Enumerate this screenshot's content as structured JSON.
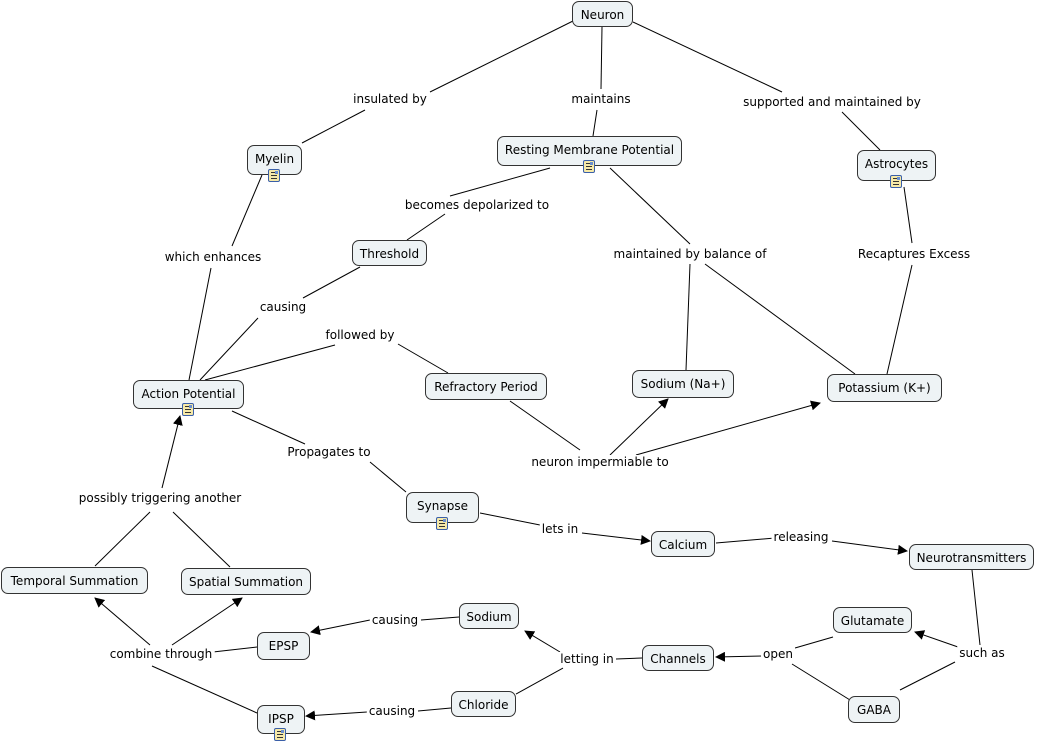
{
  "nodes": [
    {
      "id": "neuron",
      "label": "Neuron",
      "icon": false
    },
    {
      "id": "myelin",
      "label": "Myelin",
      "icon": true
    },
    {
      "id": "rmp",
      "label": "Resting Membrane Potential",
      "icon": true
    },
    {
      "id": "astrocytes",
      "label": "Astrocytes",
      "icon": true
    },
    {
      "id": "threshold",
      "label": "Threshold",
      "icon": false
    },
    {
      "id": "action-potential",
      "label": "Action Potential",
      "icon": true
    },
    {
      "id": "refractory",
      "label": "Refractory Period",
      "icon": false
    },
    {
      "id": "sodium-na",
      "label": "Sodium (Na+)",
      "icon": false
    },
    {
      "id": "potassium",
      "label": "Potassium (K+)",
      "icon": false
    },
    {
      "id": "synapse",
      "label": "Synapse",
      "icon": true
    },
    {
      "id": "calcium",
      "label": "Calcium",
      "icon": false
    },
    {
      "id": "neurotransmitters",
      "label": "Neurotransmitters",
      "icon": false
    },
    {
      "id": "temporal",
      "label": "Temporal Summation",
      "icon": false
    },
    {
      "id": "spatial",
      "label": "Spatial Summation",
      "icon": false
    },
    {
      "id": "glutamate",
      "label": "Glutamate",
      "icon": false
    },
    {
      "id": "sodium",
      "label": "Sodium",
      "icon": false
    },
    {
      "id": "epsp",
      "label": "EPSP",
      "icon": false
    },
    {
      "id": "channels",
      "label": "Channels",
      "icon": false
    },
    {
      "id": "chloride",
      "label": "Chloride",
      "icon": false
    },
    {
      "id": "gaba",
      "label": "GABA",
      "icon": false
    },
    {
      "id": "ipsp",
      "label": "IPSP",
      "icon": true
    }
  ],
  "links": [
    "insulated by",
    "maintains",
    "supported and maintained by",
    "becomes depolarized to",
    "which enhances",
    "maintained by balance of",
    "Recaptures Excess",
    "causing",
    "followed by",
    "Propagates to",
    "neuron impermiable to",
    "possibly triggering another",
    "lets in",
    "releasing",
    "causing",
    "combine through",
    "letting in",
    "open",
    "such as",
    "causing"
  ],
  "colors": {
    "node_fill": "#eef3f5",
    "node_border": "#333333",
    "line": "#000000"
  }
}
